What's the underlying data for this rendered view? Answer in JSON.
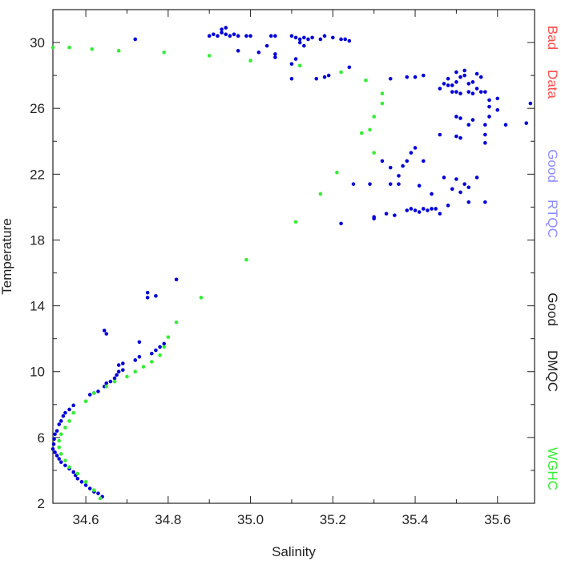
{
  "chart_data": {
    "type": "scatter",
    "xlabel": "Salinity",
    "ylabel": "Temperature",
    "xlim": [
      34.52,
      35.69
    ],
    "ylim": [
      2.0,
      32.0
    ],
    "xticks": [
      34.6,
      34.8,
      35.0,
      35.2,
      35.4,
      35.6
    ],
    "xtick_labels": [
      "34.6",
      "34.8",
      "35.0",
      "35.2",
      "35.4",
      "35.6"
    ],
    "yticks": [
      2,
      6,
      10,
      14,
      18,
      22,
      26,
      30
    ],
    "ytick_labels": [
      "2",
      "6",
      "10",
      "14",
      "18",
      "22",
      "26",
      "30"
    ],
    "grid": false,
    "legend_position": "right side, vertical text",
    "legend": [
      {
        "label": "Bad Data",
        "color": "#ff4d4d"
      },
      {
        "label": "Good RTQC",
        "color": "#8c8cff"
      },
      {
        "label": "Good DMQC",
        "color": "#222222"
      },
      {
        "label": "WGHC",
        "color": "#33ee33"
      }
    ],
    "series": [
      {
        "name": "Good RTQC",
        "color": "#0000d8",
        "points": [
          [
            34.64,
            2.4
          ],
          [
            34.63,
            2.6
          ],
          [
            34.62,
            2.7
          ],
          [
            34.61,
            2.9
          ],
          [
            34.6,
            3.1
          ],
          [
            34.59,
            3.3
          ],
          [
            34.58,
            3.5
          ],
          [
            34.575,
            3.7
          ],
          [
            34.57,
            3.9
          ],
          [
            34.56,
            4.1
          ],
          [
            34.55,
            4.3
          ],
          [
            34.54,
            4.5
          ],
          [
            34.535,
            4.7
          ],
          [
            34.53,
            4.9
          ],
          [
            34.525,
            5.1
          ],
          [
            34.52,
            5.3
          ],
          [
            34.522,
            5.6
          ],
          [
            34.523,
            5.9
          ],
          [
            34.525,
            6.2
          ],
          [
            34.53,
            6.4
          ],
          [
            34.535,
            6.8
          ],
          [
            34.54,
            7.0
          ],
          [
            34.545,
            7.3
          ],
          [
            34.55,
            7.5
          ],
          [
            34.56,
            7.7
          ],
          [
            34.57,
            7.95
          ],
          [
            34.61,
            8.6
          ],
          [
            34.62,
            8.7
          ],
          [
            34.63,
            8.8
          ],
          [
            34.645,
            9.1
          ],
          [
            34.65,
            9.3
          ],
          [
            34.66,
            9.4
          ],
          [
            34.67,
            9.6
          ],
          [
            34.675,
            9.8
          ],
          [
            34.68,
            10.0
          ],
          [
            34.69,
            10.1
          ],
          [
            34.68,
            10.4
          ],
          [
            34.69,
            10.5
          ],
          [
            34.72,
            10.7
          ],
          [
            34.73,
            10.9
          ],
          [
            34.76,
            11.1
          ],
          [
            34.77,
            11.3
          ],
          [
            34.78,
            11.5
          ],
          [
            34.79,
            11.7
          ],
          [
            34.65,
            12.3
          ],
          [
            34.645,
            12.5
          ],
          [
            34.73,
            11.8
          ],
          [
            34.75,
            14.5
          ],
          [
            34.75,
            14.8
          ],
          [
            34.77,
            14.6
          ],
          [
            34.82,
            15.6
          ],
          [
            34.72,
            30.2
          ],
          [
            34.9,
            30.4
          ],
          [
            34.91,
            30.5
          ],
          [
            34.92,
            30.4
          ],
          [
            34.93,
            30.6
          ],
          [
            34.94,
            30.5
          ],
          [
            34.95,
            30.4
          ],
          [
            34.96,
            30.5
          ],
          [
            34.97,
            30.4
          ],
          [
            34.93,
            30.8
          ],
          [
            34.94,
            30.9
          ],
          [
            34.99,
            30.4
          ],
          [
            35.0,
            30.4
          ],
          [
            35.05,
            30.4
          ],
          [
            35.06,
            30.4
          ],
          [
            35.1,
            30.4
          ],
          [
            35.11,
            30.3
          ],
          [
            35.12,
            30.2
          ],
          [
            35.13,
            30.3
          ],
          [
            35.14,
            30.2
          ],
          [
            35.15,
            30.3
          ],
          [
            35.17,
            30.2
          ],
          [
            35.18,
            30.4
          ],
          [
            35.2,
            30.3
          ],
          [
            35.22,
            30.2
          ],
          [
            35.23,
            30.2
          ],
          [
            35.24,
            30.1
          ],
          [
            35.12,
            30.0
          ],
          [
            35.13,
            29.8
          ],
          [
            35.04,
            29.8
          ],
          [
            35.06,
            29.3
          ],
          [
            35.06,
            29.1
          ],
          [
            35.02,
            29.4
          ],
          [
            34.97,
            29.5
          ],
          [
            35.1,
            28.7
          ],
          [
            35.11,
            29.0
          ],
          [
            35.1,
            27.8
          ],
          [
            35.16,
            27.8
          ],
          [
            35.18,
            27.9
          ],
          [
            35.19,
            28.0
          ],
          [
            35.24,
            28.5
          ],
          [
            35.34,
            27.8
          ],
          [
            35.38,
            27.9
          ],
          [
            35.4,
            27.9
          ],
          [
            35.42,
            28.0
          ],
          [
            35.46,
            27.2
          ],
          [
            35.47,
            27.5
          ],
          [
            35.48,
            27.4
          ],
          [
            35.49,
            27.0
          ],
          [
            35.5,
            27.6
          ],
          [
            35.51,
            27.9
          ],
          [
            35.52,
            28.0
          ],
          [
            35.53,
            27.5
          ],
          [
            35.54,
            27.6
          ],
          [
            35.55,
            28.1
          ],
          [
            35.56,
            27.9
          ],
          [
            35.57,
            27.0
          ],
          [
            35.58,
            26.5
          ],
          [
            35.6,
            26.6
          ],
          [
            35.5,
            28.2
          ],
          [
            35.52,
            28.3
          ],
          [
            35.48,
            27.8
          ],
          [
            35.49,
            27.4
          ],
          [
            35.5,
            27.0
          ],
          [
            35.51,
            26.9
          ],
          [
            35.53,
            27.0
          ],
          [
            35.54,
            26.9
          ],
          [
            35.55,
            27.2
          ],
          [
            35.56,
            27.0
          ],
          [
            35.58,
            26.1
          ],
          [
            35.5,
            25.5
          ],
          [
            35.51,
            25.4
          ],
          [
            35.53,
            25.0
          ],
          [
            35.54,
            25.3
          ],
          [
            35.57,
            25.0
          ],
          [
            35.57,
            24.4
          ],
          [
            35.58,
            25.5
          ],
          [
            35.6,
            25.9
          ],
          [
            35.62,
            25.0
          ],
          [
            35.57,
            23.9
          ],
          [
            35.5,
            24.3
          ],
          [
            35.51,
            24.2
          ],
          [
            35.46,
            24.4
          ],
          [
            35.68,
            26.3
          ],
          [
            35.67,
            25.1
          ],
          [
            35.32,
            22.8
          ],
          [
            35.34,
            22.4
          ],
          [
            35.36,
            21.9
          ],
          [
            35.37,
            22.5
          ],
          [
            35.38,
            22.8
          ],
          [
            35.39,
            23.3
          ],
          [
            35.4,
            23.6
          ],
          [
            35.42,
            22.8
          ],
          [
            35.44,
            20.8
          ],
          [
            35.47,
            21.8
          ],
          [
            35.49,
            21.1
          ],
          [
            35.5,
            21.7
          ],
          [
            35.51,
            20.9
          ],
          [
            35.52,
            21.4
          ],
          [
            35.53,
            21.2
          ],
          [
            35.55,
            21.8
          ],
          [
            35.41,
            21.3
          ],
          [
            35.36,
            21.4
          ],
          [
            35.34,
            21.4
          ],
          [
            35.29,
            21.4
          ],
          [
            35.25,
            21.4
          ],
          [
            35.3,
            19.4
          ],
          [
            35.3,
            19.3
          ],
          [
            35.33,
            19.6
          ],
          [
            35.35,
            19.5
          ],
          [
            35.38,
            19.8
          ],
          [
            35.39,
            19.9
          ],
          [
            35.4,
            19.8
          ],
          [
            35.41,
            19.7
          ],
          [
            35.42,
            19.9
          ],
          [
            35.43,
            19.8
          ],
          [
            35.44,
            19.9
          ],
          [
            35.45,
            19.9
          ],
          [
            35.46,
            19.6
          ],
          [
            35.48,
            20.1
          ],
          [
            35.53,
            20.3
          ],
          [
            35.57,
            20.3
          ],
          [
            35.22,
            19.0
          ]
        ]
      },
      {
        "name": "WGHC",
        "color": "#33ee33",
        "points": [
          [
            34.52,
            29.7
          ],
          [
            34.56,
            29.7
          ],
          [
            34.615,
            29.6
          ],
          [
            34.68,
            29.5
          ],
          [
            34.79,
            29.4
          ],
          [
            34.9,
            29.2
          ],
          [
            35.0,
            28.9
          ],
          [
            35.12,
            28.6
          ],
          [
            35.22,
            28.2
          ],
          [
            35.28,
            27.7
          ],
          [
            35.32,
            26.9
          ],
          [
            35.32,
            26.3
          ],
          [
            35.3,
            25.5
          ],
          [
            35.29,
            24.7
          ],
          [
            35.27,
            24.5
          ],
          [
            35.3,
            23.3
          ],
          [
            35.21,
            22.1
          ],
          [
            35.17,
            20.8
          ],
          [
            35.11,
            19.1
          ],
          [
            34.99,
            16.8
          ],
          [
            34.88,
            14.5
          ],
          [
            34.82,
            13.0
          ],
          [
            34.8,
            12.1
          ],
          [
            34.79,
            11.5
          ],
          [
            34.78,
            11.0
          ],
          [
            34.76,
            10.6
          ],
          [
            34.74,
            10.3
          ],
          [
            34.72,
            10.0
          ],
          [
            34.7,
            9.7
          ],
          [
            34.67,
            9.4
          ],
          [
            34.65,
            9.1
          ],
          [
            34.62,
            8.7
          ],
          [
            34.6,
            8.2
          ],
          [
            34.57,
            7.5
          ],
          [
            34.56,
            7.0
          ],
          [
            34.55,
            6.6
          ],
          [
            34.54,
            6.2
          ],
          [
            34.535,
            5.8
          ],
          [
            34.535,
            5.4
          ],
          [
            34.54,
            5.0
          ],
          [
            34.55,
            4.6
          ],
          [
            34.56,
            4.2
          ],
          [
            34.58,
            3.8
          ],
          [
            34.6,
            3.3
          ],
          [
            34.62,
            2.8
          ],
          [
            34.635,
            2.3
          ]
        ]
      }
    ]
  }
}
